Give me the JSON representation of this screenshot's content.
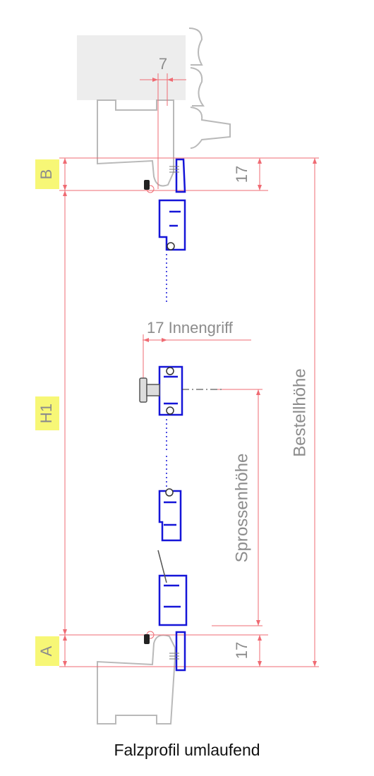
{
  "caption": "Falzprofil umlaufend",
  "labels": {
    "b": "B",
    "h1": "H1",
    "a": "A",
    "dim_top_7": "7",
    "dim_top_17": "17",
    "dim_bottom_17": "17",
    "innengriff": "17 Innengriff",
    "sprossenhoehe": "Sprossenhöhe",
    "bestellhoehe": "Bestellhöhe"
  },
  "colors": {
    "dimension_line": "#ef6b73",
    "profile_blue": "#1515d8",
    "frame_gray": "#b9b9b9",
    "frame_fill": "#ededed",
    "tag_yellow": "#f7f776",
    "text_gray": "#8c8c8c"
  }
}
